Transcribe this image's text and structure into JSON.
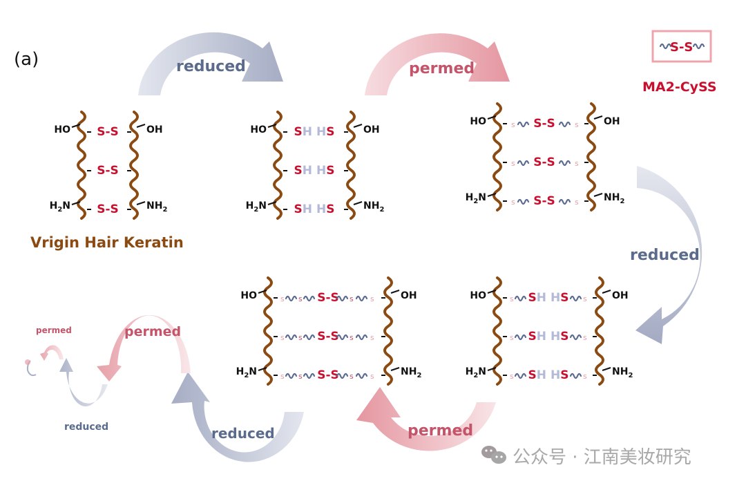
{
  "figure": {
    "panel_label": "(a)",
    "start_label": "Vrigin Hair Keratin",
    "legend": {
      "symbol_text": "S-S",
      "name": "MA2-CySS"
    },
    "watermark": "公众号 · 江南美妆研究"
  },
  "arrows": [
    {
      "id": "arrow-1",
      "label": "reduced",
      "type": "reduced"
    },
    {
      "id": "arrow-2",
      "label": "permed",
      "type": "permed"
    },
    {
      "id": "arrow-3",
      "label": "reduced",
      "type": "reduced"
    },
    {
      "id": "arrow-4",
      "label": "permed",
      "type": "permed"
    },
    {
      "id": "arrow-5",
      "label": "reduced",
      "type": "reduced"
    },
    {
      "id": "arrow-6",
      "label": "permed",
      "type": "permed"
    },
    {
      "id": "arrow-7",
      "label": "reduced",
      "type": "reduced"
    },
    {
      "id": "arrow-8",
      "label": "permed",
      "type": "permed"
    }
  ],
  "structures": [
    {
      "id": "virgin",
      "bond": "S-S",
      "rows": 3
    },
    {
      "id": "reduced-1",
      "bond": "SH HS",
      "rows": 3
    },
    {
      "id": "permed-1",
      "bond": "s~S-S~s",
      "rows": 3
    },
    {
      "id": "reduced-2",
      "bond": "s~SH HS~s",
      "rows": 3
    },
    {
      "id": "permed-2",
      "bond": "s~s~S-S~s~s",
      "rows": 3
    }
  ],
  "end_groups": {
    "top_left": "HO",
    "top_right": "OH",
    "bottom_left": "H2N",
    "bottom_right": "NH2"
  },
  "colors": {
    "keratin_chain": "#8B4A12",
    "disulfide": "#C8102E",
    "hydrogen": "#B4B9D8",
    "light_sulfur": "#E8A0AC",
    "linker": "#5A6A90",
    "reduced_arrow": "#A9AFC6",
    "permed_arrow": "#E59CA5",
    "reduced_text": "#5A6B8C",
    "permed_text": "#C4546A",
    "start_label": "#8B4A12",
    "legend_text": "#C8102E"
  }
}
